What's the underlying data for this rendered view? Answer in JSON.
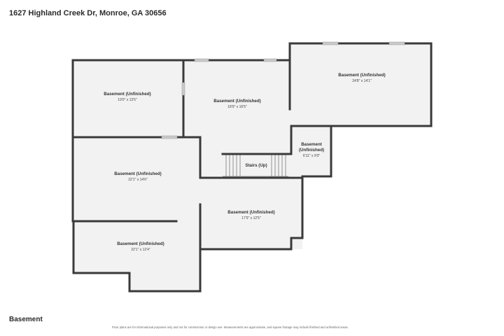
{
  "header": {
    "address": "1627 Highland Creek Dr, Monroe, GA 30656"
  },
  "floor": {
    "name": "Basement"
  },
  "footer": {
    "disclaimer": "Floor plans are for informational purposes only and not for construction or design use. Measurements are approximate, and square footage may include finished and unfinished areas."
  },
  "colors": {
    "room_fill": "#f2f2f2",
    "wall": "#3a3a3a",
    "window": "#c9c9c9"
  },
  "rooms": [
    {
      "name": "Basement (Unfinished)",
      "dims": "19'0\" x 13'5\""
    },
    {
      "name": "Basement (Unfinished)",
      "dims": "18'9\" x 16'5\""
    },
    {
      "name": "Basement (Unfinished)",
      "dims": "24'8\" x 14'1\""
    },
    {
      "name": "Basement (Unfinished)",
      "dims": "6'11\" x 9'0\""
    },
    {
      "name": "Stairs (Up)",
      "dims": ""
    },
    {
      "name": "Basement (Unfinished)",
      "dims": "22'1\" x 14'6\""
    },
    {
      "name": "Basement (Unfinished)",
      "dims": "17'9\" x 12'5\""
    },
    {
      "name": "Basement (Unfinished)",
      "dims": "22'1\" x 12'4\""
    }
  ]
}
